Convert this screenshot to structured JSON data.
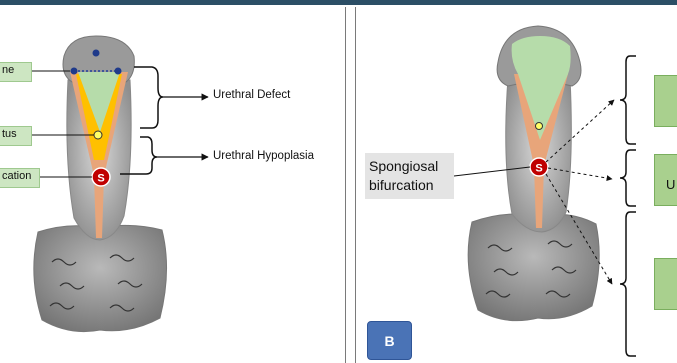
{
  "panel_a": {
    "labels": {
      "urethral_defect": "Urethral Defect",
      "urethral_hypoplasia": "Urethral Hypoplasia",
      "line_label": "ne",
      "meatus_label": "tus",
      "bifurcation_label": "cation"
    },
    "marker_symbol": "S"
  },
  "panel_b": {
    "spongiosal_label": "Spongiosal\nbifurcation",
    "marker_symbol": "S",
    "badge": "B",
    "middle_box_text": "U"
  },
  "colors": {
    "top_bar": "#2c4f66",
    "shaft_gray": "#9d9d9d",
    "green_area": "#b6dcaa",
    "orange": "#f4b183",
    "yellow": "#ffc000",
    "marker_red": "#c00000",
    "badge_blue": "#4a73b6"
  }
}
